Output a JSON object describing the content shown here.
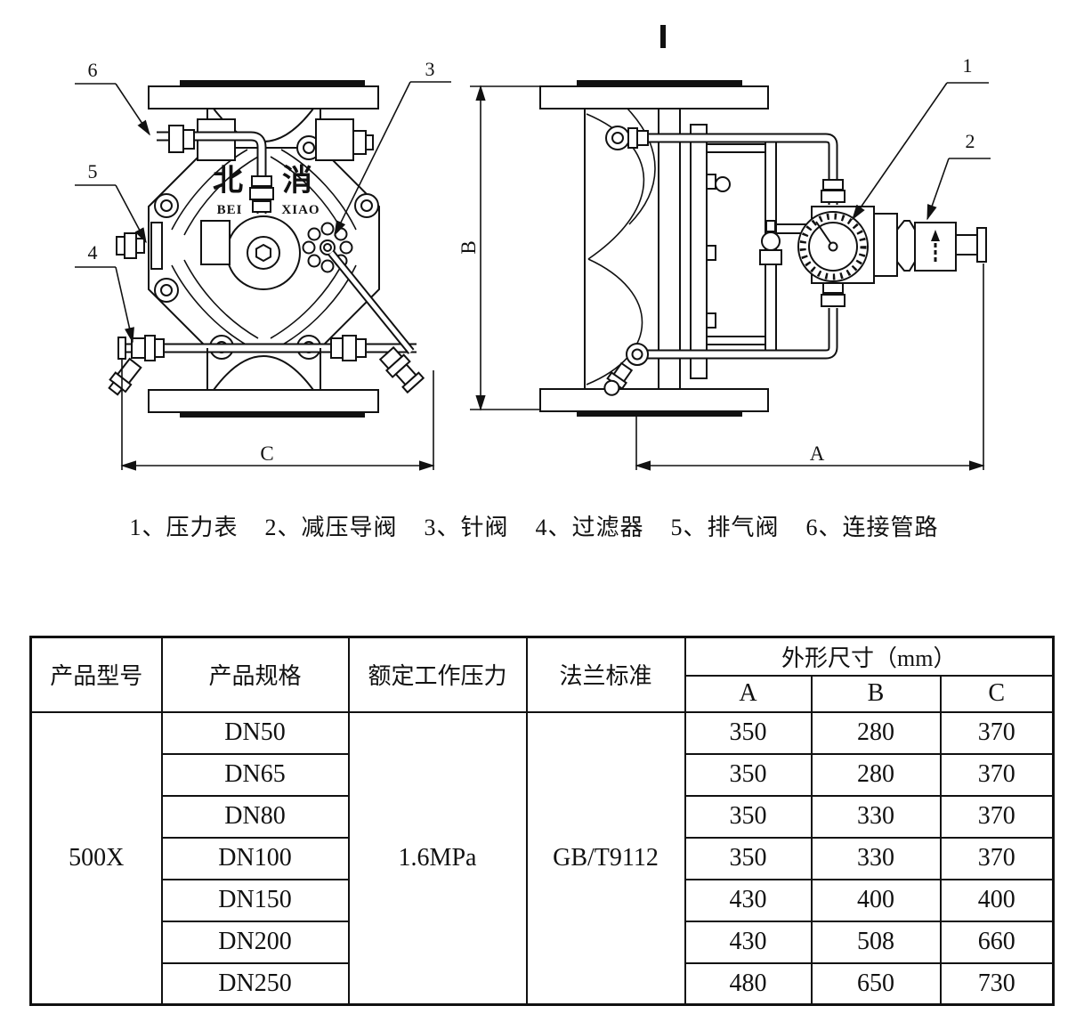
{
  "drawing": {
    "front_view": {
      "callout_6": "6",
      "callout_5": "5",
      "callout_4": "4",
      "callout_3": "3",
      "brand_zh_left": "北",
      "brand_zh_right": "消",
      "brand_en_left": "BEI",
      "brand_en_right": "XIAO",
      "dim_width_label": "C"
    },
    "side_view": {
      "callout_1": "1",
      "callout_2": "2",
      "dim_width_label": "A",
      "dim_height_label": "B"
    },
    "line_color": "#111111"
  },
  "legend": {
    "items": [
      "1、压力表",
      "2、减压导阀",
      "3、针阀",
      "4、过滤器",
      "5、排气阀",
      "6、连接管路"
    ]
  },
  "table": {
    "headers": {
      "model": "产品型号",
      "spec": "产品规格",
      "pressure": "额定工作压力",
      "flange": "法兰标准",
      "dims": "外形尺寸（mm）",
      "col_a": "A",
      "col_b": "B",
      "col_c": "C"
    },
    "model_value": "500X",
    "pressure_value": "1.6MPa",
    "flange_value": "GB/T9112",
    "rows": [
      {
        "spec": "DN50",
        "a": "350",
        "b": "280",
        "c": "370"
      },
      {
        "spec": "DN65",
        "a": "350",
        "b": "280",
        "c": "370"
      },
      {
        "spec": "DN80",
        "a": "350",
        "b": "330",
        "c": "370"
      },
      {
        "spec": "DN100",
        "a": "350",
        "b": "330",
        "c": "370"
      },
      {
        "spec": "DN150",
        "a": "430",
        "b": "400",
        "c": "400"
      },
      {
        "spec": "DN200",
        "a": "430",
        "b": "508",
        "c": "660"
      },
      {
        "spec": "DN250",
        "a": "480",
        "b": "650",
        "c": "730"
      }
    ]
  }
}
